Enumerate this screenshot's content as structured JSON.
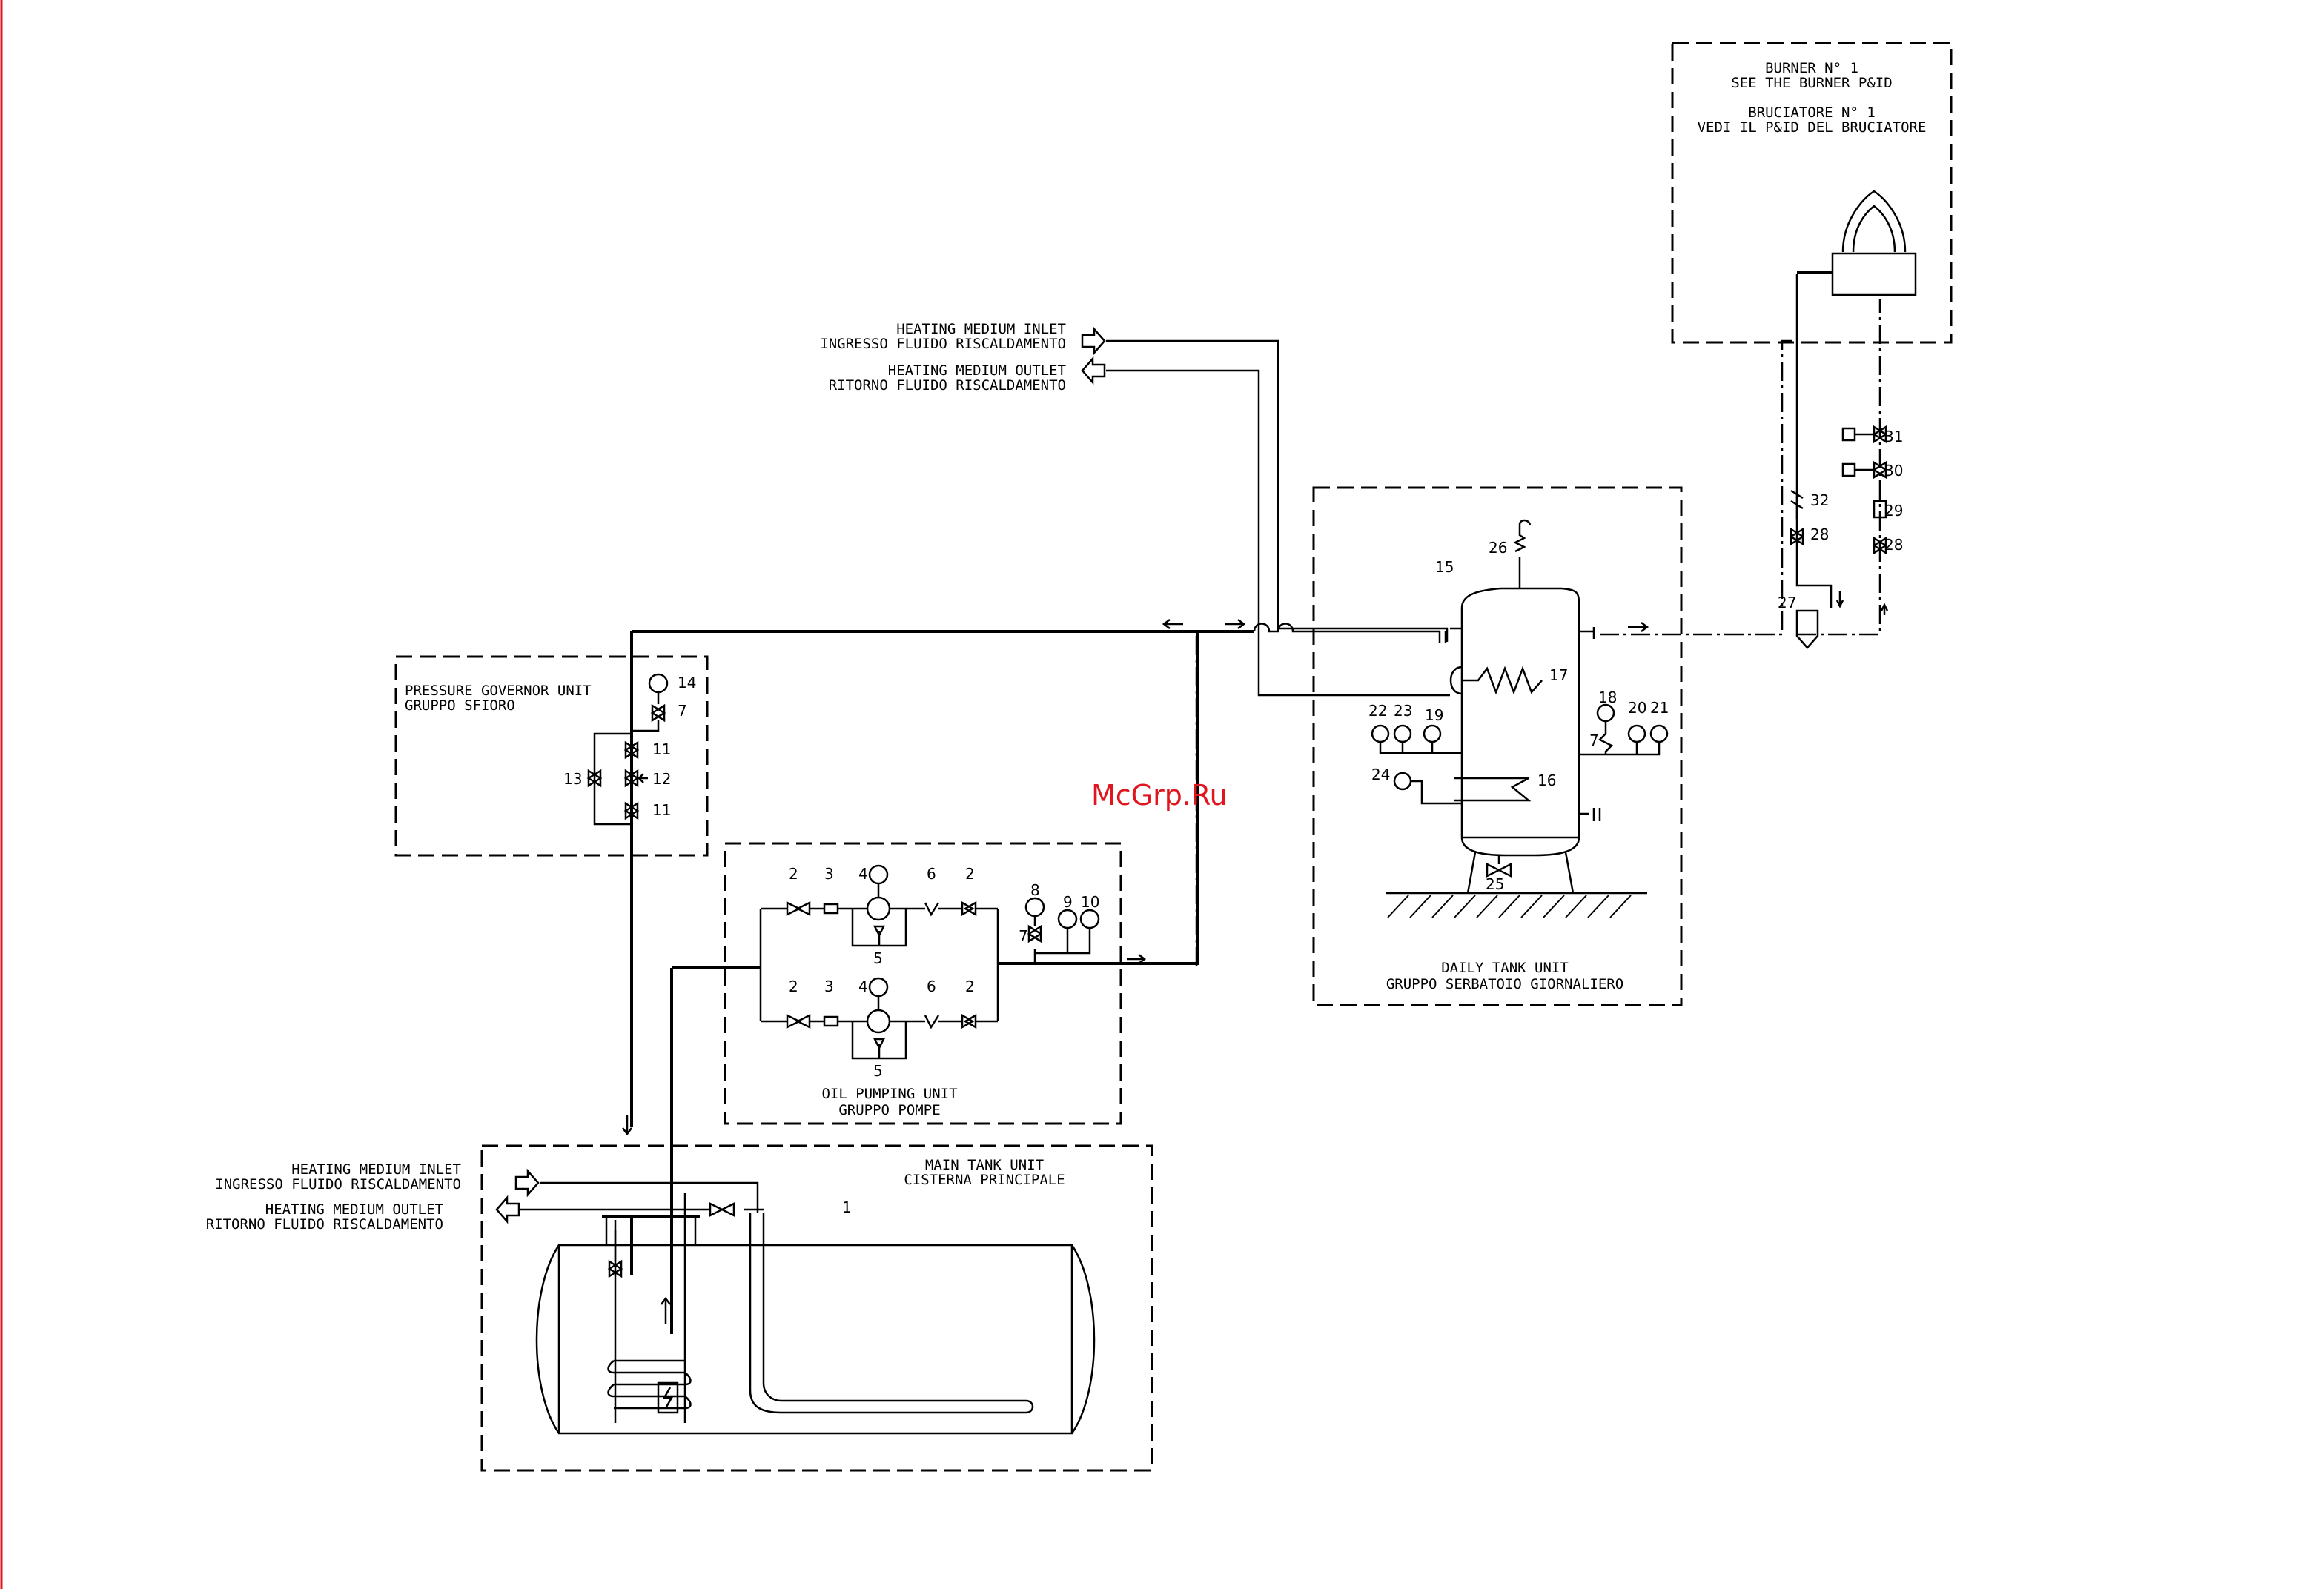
{
  "burner": {
    "en_title": "BURNER N° 1",
    "en_sub": "SEE THE BURNER P&ID",
    "it_title": "BRUCIATORE N° 1",
    "it_sub": "VEDI IL P&ID DEL BRUCIATORE"
  },
  "heating_top": {
    "inlet_en": "HEATING MEDIUM INLET",
    "inlet_it": "INGRESSO FLUIDO RISCALDAMENTO",
    "outlet_en": "HEATING MEDIUM OUTLET",
    "outlet_it": "RITORNO FLUIDO RISCALDAMENTO"
  },
  "heating_bottom": {
    "inlet_en": "HEATING MEDIUM INLET",
    "inlet_it": "INGRESSO FLUIDO RISCALDAMENTO",
    "outlet_en": "HEATING MEDIUM OUTLET",
    "outlet_it": "RITORNO FLUIDO RISCALDAMENTO"
  },
  "pressure_unit": {
    "en": "PRESSURE GOVERNOR UNIT",
    "it": "GRUPPO SFIORO"
  },
  "pumping_unit": {
    "en": "OIL PUMPING UNIT",
    "it": "GRUPPO POMPE"
  },
  "daily_tank": {
    "en": "DAILY TANK UNIT",
    "it": "GRUPPO SERBATOIO GIORNALIERO"
  },
  "main_tank": {
    "en": "MAIN TANK UNIT",
    "it": "CISTERNA PRINCIPALE"
  },
  "watermark": "McGrp.Ru",
  "tags": {
    "t1": "1",
    "t2a": "2",
    "t3a": "3",
    "t4a": "4",
    "t6a": "6",
    "t2b": "2",
    "t5a": "5",
    "t2c": "2",
    "t3b": "3",
    "t4b": "4",
    "t6b": "6",
    "t2d": "2",
    "t5b": "5",
    "t7a": "7",
    "t8": "8",
    "t9": "9",
    "t10": "10",
    "t14": "14",
    "t7b": "7",
    "t11a": "11",
    "t12": "12",
    "t13": "13",
    "t11b": "11",
    "t15": "15",
    "t16": "16",
    "t17": "17",
    "t18": "18",
    "t7c": "7",
    "t19": "19",
    "t20": "20",
    "t21": "21",
    "t22": "22",
    "t23": "23",
    "t24": "24",
    "t25": "25",
    "t26": "26",
    "t27": "27",
    "t28a": "28",
    "t28b": "28",
    "t29": "29",
    "t30": "30",
    "t31": "31",
    "t32": "32"
  },
  "colors": {
    "line": "#000000",
    "watermark": "#e0161f",
    "border": "#e0161f"
  }
}
